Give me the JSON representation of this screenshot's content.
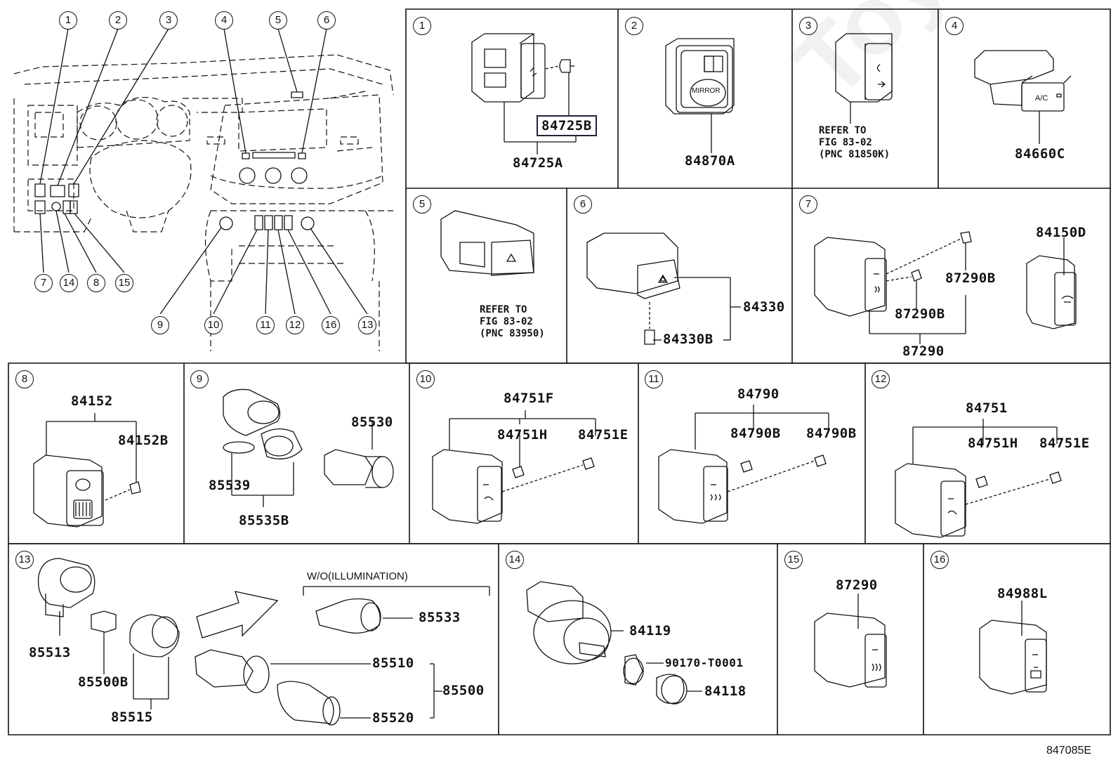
{
  "figure_id": "847085E",
  "watermark": "ToyotaCarMine.ru",
  "overview": {
    "top_callouts": [
      "1",
      "2",
      "3",
      "4",
      "5",
      "6"
    ],
    "bottom_callouts": [
      "7",
      "14",
      "8",
      "15",
      "9",
      "10",
      "11",
      "12",
      "16",
      "13"
    ]
  },
  "cells": {
    "c1": {
      "num": "1",
      "parts": [
        "84725B",
        "84725A"
      ],
      "highlighted": "84725B"
    },
    "c2": {
      "num": "2",
      "parts": [
        "84870A"
      ],
      "mirror_text": "MIRROR"
    },
    "c3": {
      "num": "3",
      "note": "REFER TO\nFIG 83-02\n(PNC 81850K)"
    },
    "c4": {
      "num": "4",
      "parts": [
        "84660C"
      ],
      "button_text": "A/C"
    },
    "c5": {
      "num": "5",
      "note": "REFER TO\nFIG 83-02\n(PNC 83950)"
    },
    "c6": {
      "num": "6",
      "parts": [
        "84330",
        "84330B"
      ]
    },
    "c7": {
      "num": "7",
      "parts": [
        "84150D",
        "87290B",
        "87290B",
        "87290"
      ]
    },
    "c8": {
      "num": "8",
      "parts": [
        "84152",
        "84152B"
      ]
    },
    "c9": {
      "num": "9",
      "parts": [
        "85530",
        "85539",
        "85535B"
      ]
    },
    "c10": {
      "num": "10",
      "parts": [
        "84751F",
        "84751H",
        "84751E"
      ]
    },
    "c11": {
      "num": "11",
      "parts": [
        "84790",
        "84790B",
        "84790B"
      ]
    },
    "c12": {
      "num": "12",
      "parts": [
        "84751",
        "84751H",
        "84751E"
      ]
    },
    "c13": {
      "num": "13",
      "header": "W/O(ILLUMINATION)",
      "parts": [
        "85513",
        "85500B",
        "85515",
        "85533",
        "85510",
        "85500",
        "85520"
      ]
    },
    "c14": {
      "num": "14",
      "parts": [
        "84119",
        "90170-T0001",
        "84118"
      ]
    },
    "c15": {
      "num": "15",
      "parts": [
        "87290"
      ]
    },
    "c16": {
      "num": "16",
      "parts": [
        "84988L"
      ]
    }
  }
}
